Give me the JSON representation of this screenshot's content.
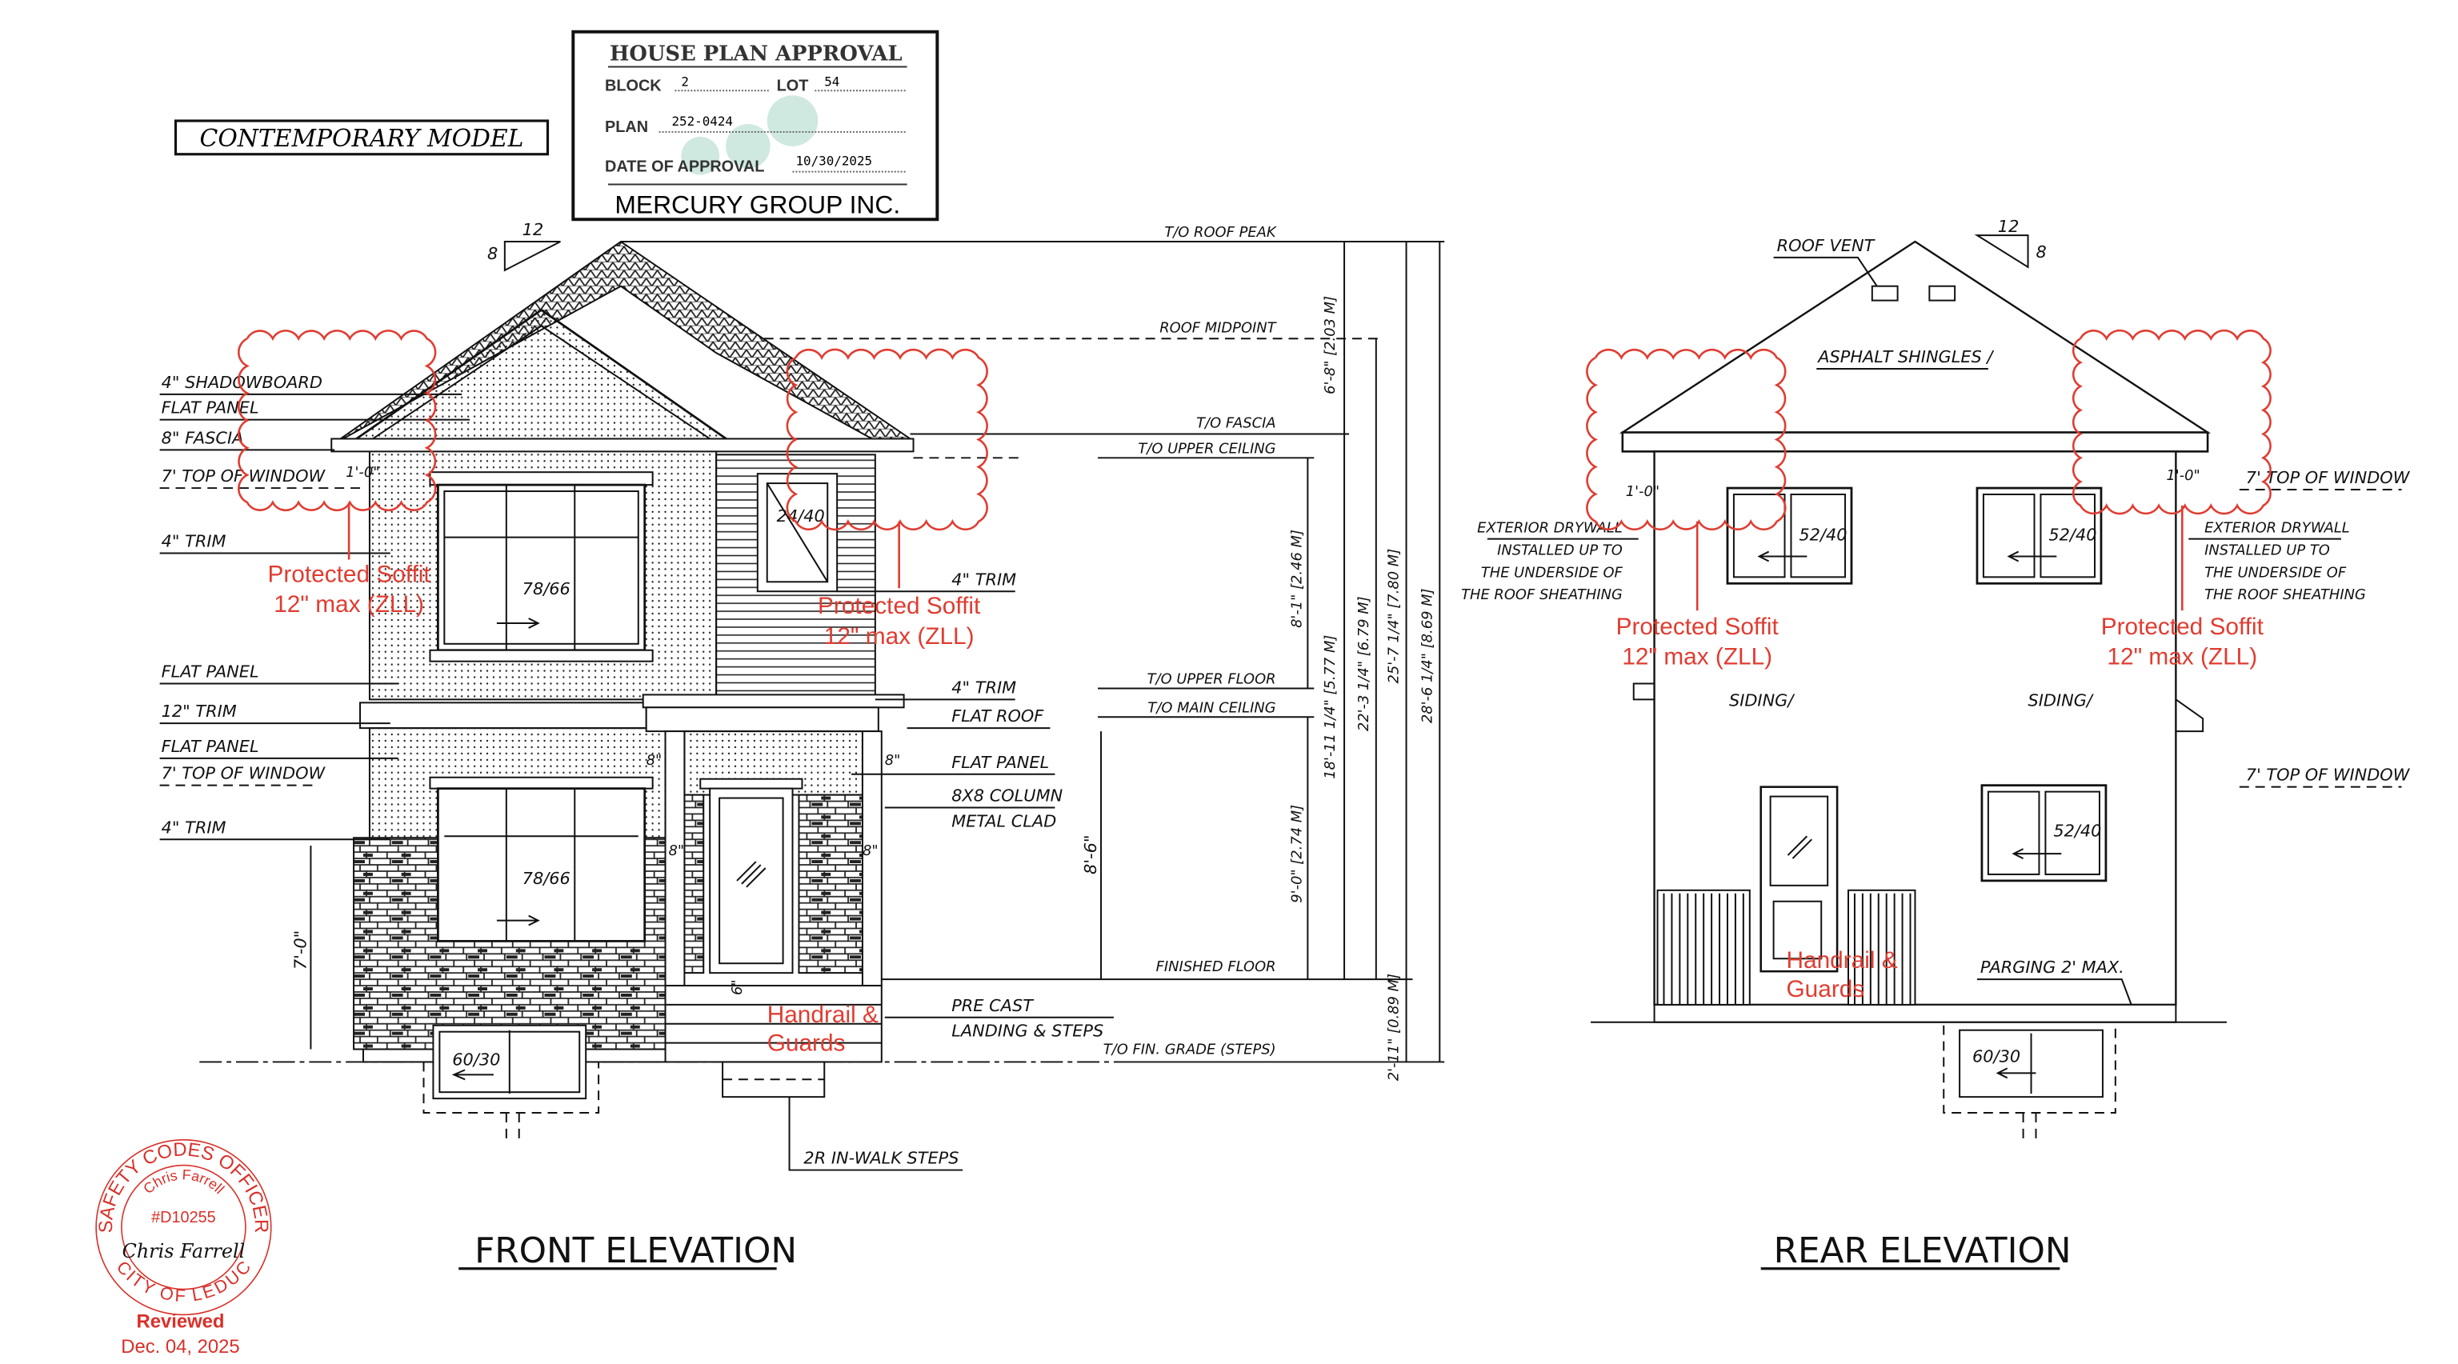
{
  "title_box": {
    "label": "CONTEMPORARY MODEL"
  },
  "approval": {
    "title": "HOUSE PLAN APPROVAL",
    "block_label": "BLOCK",
    "block": "2",
    "lot_label": "LOT",
    "lot": "54",
    "plan_label": "PLAN",
    "plan": "252-0424",
    "date_label": "DATE OF APPROVAL",
    "date": "10/30/2025",
    "company": "MERCURY GROUP INC."
  },
  "front": {
    "title": "FRONT ELEVATION",
    "pitch": {
      "run": "12",
      "rise": "8"
    },
    "labels_left": [
      "4\" SHADOWBOARD",
      "FLAT PANEL",
      "8\" FASCIA",
      "7' TOP OF WINDOW",
      "4\" TRIM",
      "FLAT PANEL",
      "12\" TRIM",
      "FLAT PANEL",
      "7' TOP OF WINDOW",
      "4\" TRIM"
    ],
    "labels_right": [
      "4\" TRIM",
      "4\" TRIM",
      "FLAT ROOF",
      "FLAT PANEL",
      "8X8 COLUMN",
      "METAL CLAD",
      "PRE CAST",
      "LANDING & STEPS",
      "2R IN-WALK STEPS"
    ],
    "overhang": "1'-0\"",
    "windows": [
      "78/66",
      "24/40",
      "78/66",
      "60/30"
    ],
    "small_dims": [
      "8\"",
      "8\"",
      "8\"",
      "8\"",
      "6\"",
      "7'-0\"",
      "8'-6\""
    ],
    "levels": [
      "T/O ROOF PEAK",
      "ROOF MIDPOINT",
      "T/O FASCIA",
      "T/O UPPER CEILING",
      "T/O UPPER FLOOR",
      "T/O MAIN CEILING",
      "FINISHED FLOOR",
      "T/O FIN. GRADE (STEPS)"
    ],
    "dims": [
      "6'-8\" [2.03 M]",
      "8'-1\" [2.46 M]",
      "9'-0\" [2.74 M]",
      "18'-11 1/4\" [5.77 M]",
      "22'-3 1/4\" [6.79 M]",
      "25'-7 1/4\" [7.80 M]",
      "2'-11\" [0.89 M]",
      "28'-6 1/4\" [8.69 M]"
    ]
  },
  "rear": {
    "title": "REAR ELEVATION",
    "pitch": {
      "run": "12",
      "rise": "8"
    },
    "roof_vent": "ROOF VENT",
    "shingles": "ASPHALT SHINGLES /",
    "siding": [
      "SIDING/",
      "SIDING/"
    ],
    "top_of_window": [
      "7' TOP OF WINDOW",
      "7' TOP OF WINDOW"
    ],
    "overhang": [
      "1'-0\"",
      "1'-0\""
    ],
    "drywall_note": [
      "EXTERIOR DRYWALL",
      "INSTALLED UP TO",
      "THE UNDERSIDE OF",
      "THE ROOF SHEATHING"
    ],
    "windows": [
      "52/40",
      "52/40",
      "52/40",
      "60/30"
    ],
    "parging": "PARGING 2' MAX."
  },
  "markup": {
    "color": "#e03c31",
    "soffit": [
      "Protected Soffit",
      "12\" max (ZLL)"
    ],
    "handrail": [
      "Handrail &",
      "Guards"
    ]
  },
  "stamp": {
    "outer_top": "SAFETY CODES OFFICER",
    "name": "Chris Farrell",
    "id": "#D10255",
    "signature": "Chris Farrell",
    "outer_bottom": "CITY OF LEDUC",
    "status": "Reviewed",
    "date": "Dec. 04, 2025",
    "color": "#d9302a"
  }
}
